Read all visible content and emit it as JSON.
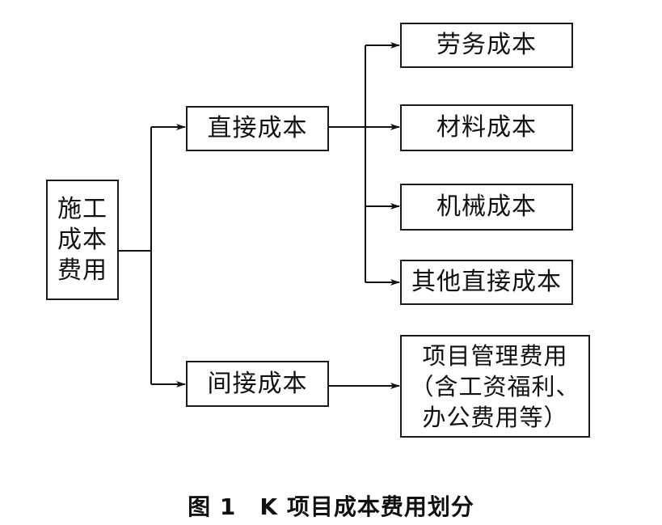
{
  "diagram": {
    "root": {
      "lines": [
        "施工",
        "成本",
        "费用"
      ]
    },
    "direct": {
      "label": "直接成本"
    },
    "indirect": {
      "label": "间接成本"
    },
    "direct_children": [
      {
        "label": "劳务成本"
      },
      {
        "label": "材料成本"
      },
      {
        "label": "机械成本"
      },
      {
        "label": "其他直接成本"
      }
    ],
    "indirect_child": {
      "lines": [
        "项目管理费用",
        "（含工资福利、",
        "办公费用等）"
      ]
    }
  },
  "caption": {
    "text": "图 1　K 项目成本费用划分"
  }
}
